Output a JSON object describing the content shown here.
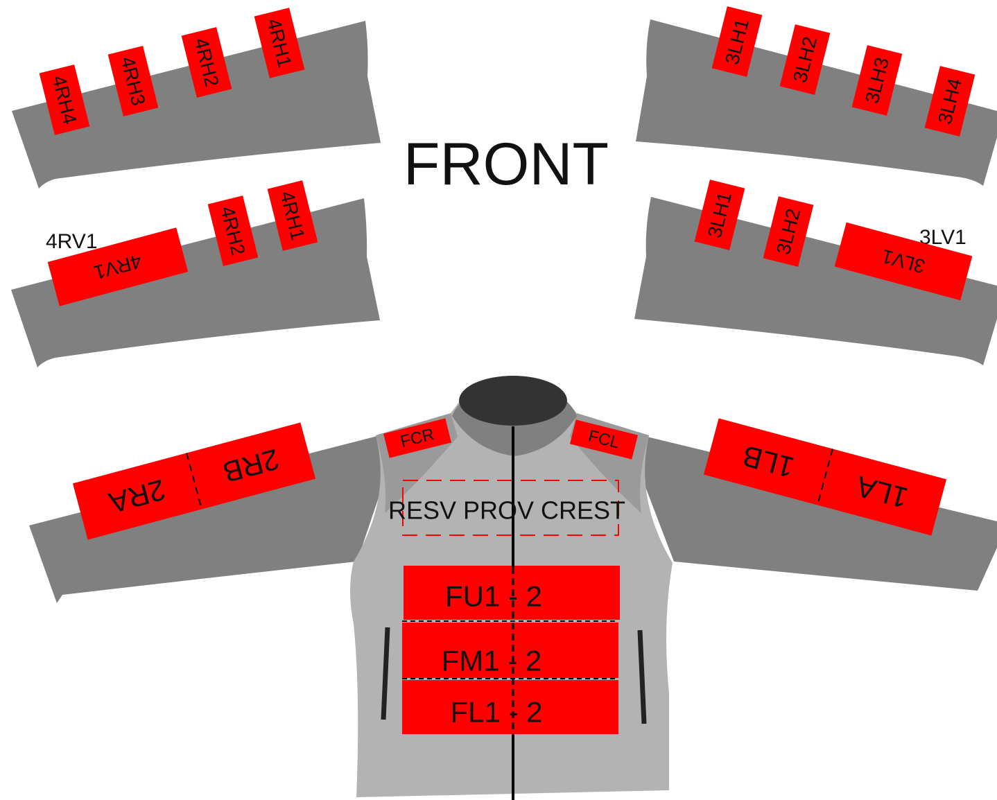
{
  "title": "FRONT",
  "colors": {
    "background": "#ffffff",
    "sleeve": "#808080",
    "patch": "#ff0000",
    "torso": "#b3b3b3",
    "shoulder_panel": "#9a9a9a",
    "collar_outer": "#808080",
    "collar_inner": "#333333",
    "zipper": "#000000",
    "pocket": "#222222",
    "text": "#111111",
    "dashed_box": "#ff0000"
  },
  "sleeves": {
    "right_outer": {
      "patches": [
        "4RH4",
        "4RH3",
        "4RH2",
        "4RH1"
      ]
    },
    "right_inner": {
      "outside_label": "4RV1",
      "patches": [
        "4RV1",
        "4RH2",
        "4RH1"
      ]
    },
    "left_outer": {
      "patches": [
        "3LH1",
        "3LH2",
        "3LH3",
        "3LH4"
      ]
    },
    "left_inner": {
      "outside_label": "3LV1",
      "patches": [
        "3LH1",
        "3LH2",
        "3LV1"
      ]
    }
  },
  "jacket": {
    "right_arm_patches": [
      "2RA",
      "2RB"
    ],
    "left_arm_patches": [
      "1LB",
      "1LA"
    ],
    "chest_right": "FCR",
    "chest_left": "FCL",
    "crest_area": "RESV PROV CREST",
    "front_panels": [
      "FU1 - 2",
      "FM1 - 2",
      "FL1 - 2"
    ]
  }
}
